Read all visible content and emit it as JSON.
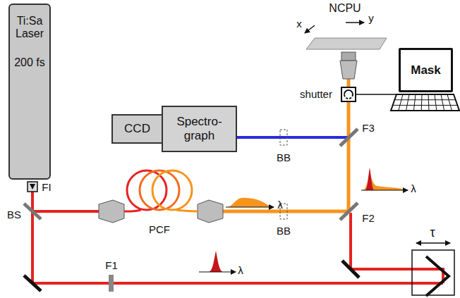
{
  "diagram": {
    "nodes": [
      {
        "text": [
          "Ti:Sa Laser",
          "200 fs"
        ]
      },
      {
        "text": [
          "CCD"
        ]
      },
      {
        "text": [
          "Spectro- graph"
        ]
      },
      {
        "text": [
          "Mask"
        ]
      }
    ],
    "labels": [
      "NCPU",
      "x",
      "y",
      "shutter",
      "FI",
      "BS",
      "PCF",
      "BB",
      "F3",
      "F2",
      "BB",
      "F1",
      "λ",
      "λ",
      "λ",
      "τ"
    ]
  }
}
